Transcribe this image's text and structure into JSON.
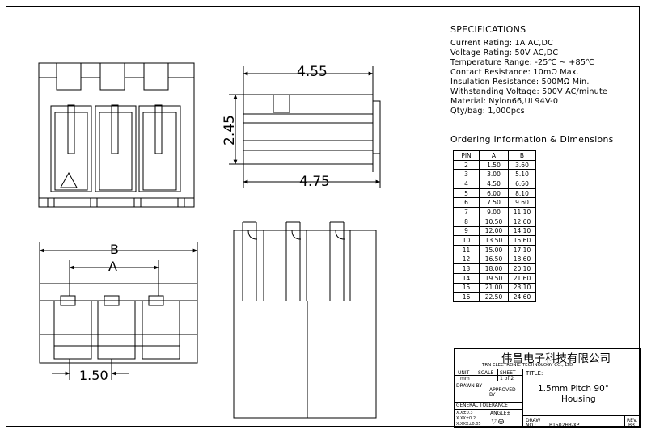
{
  "specifications": {
    "title": "SPECIFICATIONS",
    "lines": [
      "Current Rating: 1A AC,DC",
      "Voltage Rating: 50V AC,DC",
      "Temperature Range: -25℃ ~ +85℃",
      "Contact Resistance: 10mΩ Max.",
      "Insulation Resistance: 500MΩ Min.",
      "Withstanding Voltage: 500V AC/minute",
      "Material: Nylon66,UL94V-0",
      "Qty/bag: 1,000pcs"
    ]
  },
  "ordering": {
    "title": "Ordering Information & Dimensions",
    "headers": [
      "PIN",
      "A",
      "B"
    ],
    "rows": [
      [
        "2",
        "1.50",
        "3.60"
      ],
      [
        "3",
        "3.00",
        "5.10"
      ],
      [
        "4",
        "4.50",
        "6.60"
      ],
      [
        "5",
        "6.00",
        "8.10"
      ],
      [
        "6",
        "7.50",
        "9.60"
      ],
      [
        "7",
        "9.00",
        "11.10"
      ],
      [
        "8",
        "10.50",
        "12.60"
      ],
      [
        "9",
        "12.00",
        "14.10"
      ],
      [
        "10",
        "13.50",
        "15.60"
      ],
      [
        "11",
        "15.00",
        "17.10"
      ],
      [
        "12",
        "16.50",
        "18.60"
      ],
      [
        "13",
        "18.00",
        "20.10"
      ],
      [
        "14",
        "19.50",
        "21.60"
      ],
      [
        "15",
        "21.00",
        "23.10"
      ],
      [
        "16",
        "22.50",
        "24.60"
      ]
    ]
  },
  "dimensions": {
    "width_top": "4.55",
    "height": "2.45",
    "width_bottom": "4.75",
    "dim_b": "B",
    "dim_a": "A",
    "pitch": "1.50"
  },
  "title_block": {
    "company_cn": "伟昌电子科技有限公司",
    "company_en": "TRN ELECTRONIC TECHNOLOGY CO., LTD",
    "unit_label": "UNIT",
    "unit_value": "mm",
    "scale_label": "SCALE",
    "sheet_label": "SHEET",
    "sheet_value": "1 of 2",
    "title_label": "TITLE:",
    "title_line1": "1.5mm Pitch 90°",
    "title_line2": "Housing",
    "drawn_by": "DRAWN BY",
    "approved_by_1": "APPROVED",
    "approved_by_2": "BY",
    "general_tolerance": "GENERAL TOLERANCE",
    "tol_1": "X.X±0.3",
    "tol_2": "X.XX±0.2",
    "tol_3": "X.XXX±0.05",
    "angle": "ANGLE±",
    "draw_no_label_1": "DRAW",
    "draw_no_label_2": "NO.:",
    "draw_no": "B1502HR-XP",
    "rev_label": "REV.",
    "rev_value": "B3"
  }
}
